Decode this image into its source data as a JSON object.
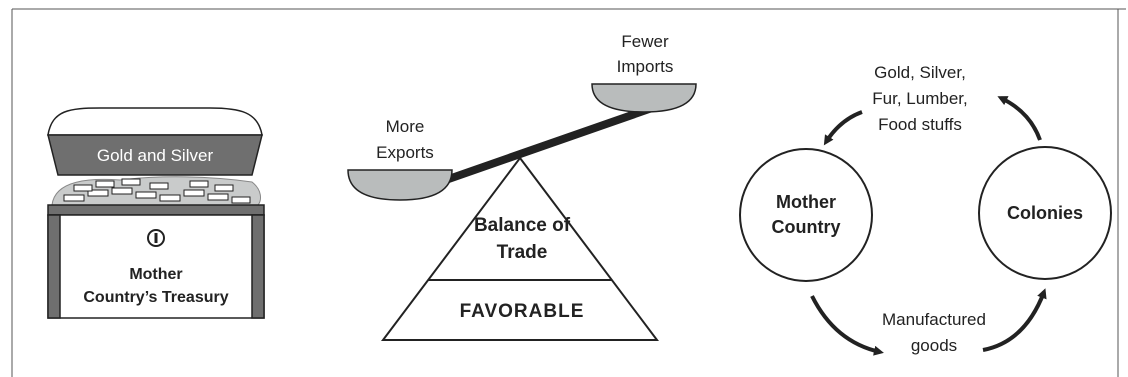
{
  "treasury": {
    "chest_label": "Gold and Silver",
    "title_line1": "Mother",
    "title_line2": "Country’s Treasury"
  },
  "balance": {
    "left_pan_line1": "More",
    "left_pan_line2": "Exports",
    "right_pan_line1": "Fewer",
    "right_pan_line2": "Imports",
    "pyramid_line1": "Balance of",
    "pyramid_line2": "Trade",
    "pyramid_base": "FAVORABLE"
  },
  "cycle": {
    "mother_line1": "Mother",
    "mother_line2": "Country",
    "colonies": "Colonies",
    "top_line1": "Gold, Silver,",
    "top_line2": "Fur, Lumber,",
    "top_line3": "Food stuffs",
    "bottom_line1": "Manufactured",
    "bottom_line2": "goods"
  },
  "colors": {
    "stroke": "#222222",
    "metal": "#b9bcbc",
    "dark_band": "#6f6f6f",
    "frame": "#555555"
  }
}
